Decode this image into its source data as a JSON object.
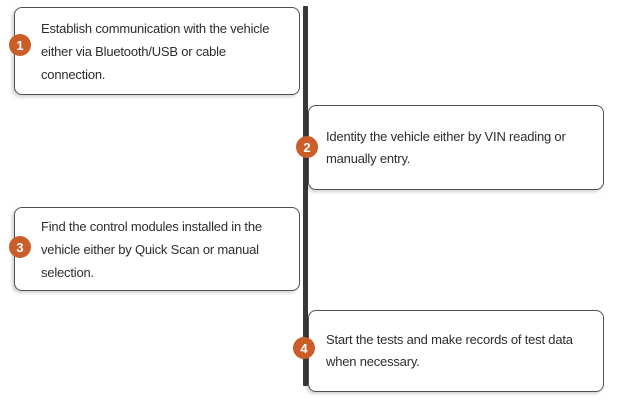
{
  "diagram": {
    "title": "diagnostic-workflow",
    "colors": {
      "accent_orange": "#ca5d28",
      "spine_gray": "#383838",
      "box_border_gray": "#525252",
      "text_gray": "#2d2d2d",
      "background": "#ffffff"
    },
    "steps": [
      {
        "number": "1",
        "side": "left",
        "text": "Establish communication with the vehicle\neither via Bluetooth/USB or cable\nconnection."
      },
      {
        "number": "2",
        "side": "right",
        "text": "Identity the vehicle either by VIN reading or\nmanually entry."
      },
      {
        "number": "3",
        "side": "left",
        "text": "Find the control modules installed in the\nvehicle either by Quick Scan or manual\nselection."
      },
      {
        "number": "4",
        "side": "right",
        "text": "Start the tests and make records of test data\nwhen necessary."
      }
    ]
  }
}
